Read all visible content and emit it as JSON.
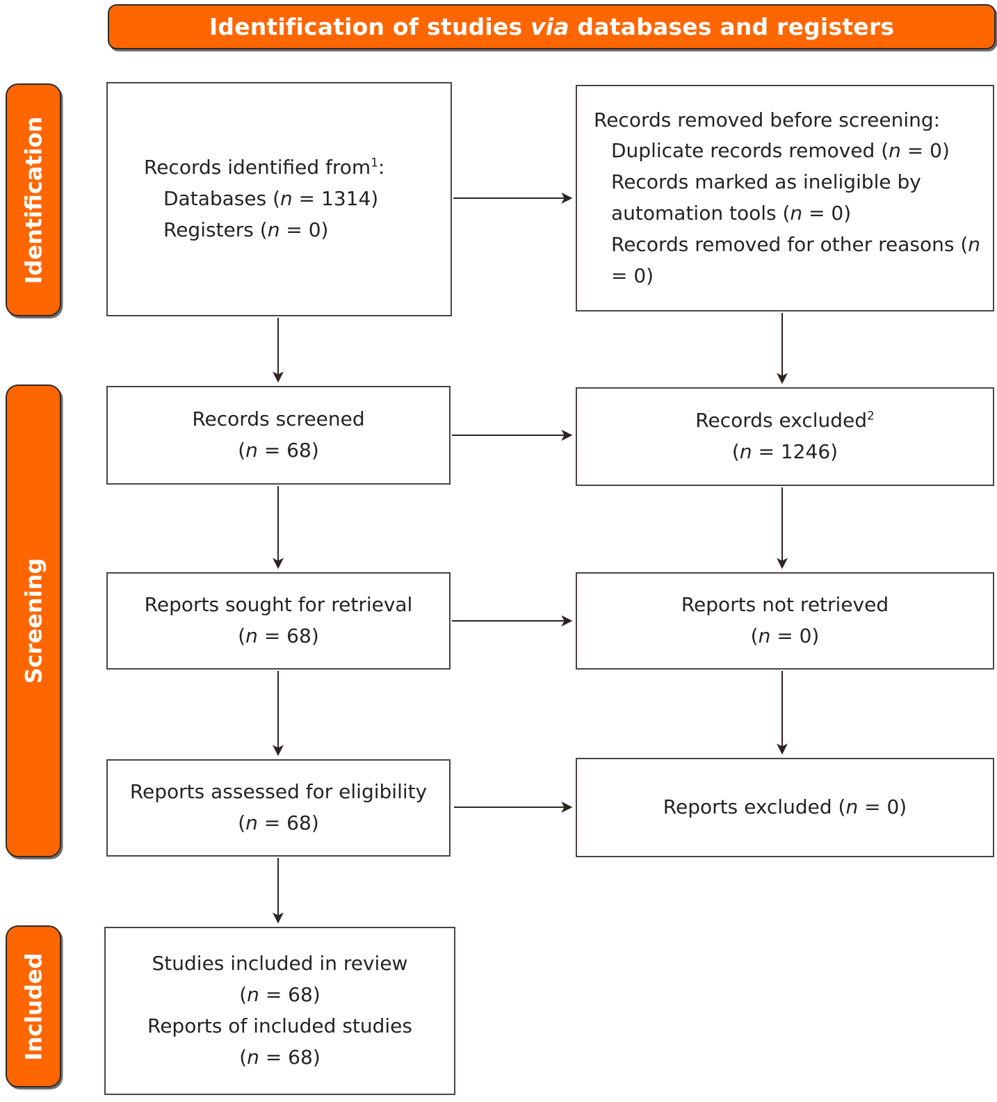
{
  "colors": {
    "accent_orange": "#FF6600",
    "line_color": "#2B2421",
    "box_border": "#4A4442",
    "text_color": "#262220",
    "label_text": "#FFFFFF"
  },
  "header": {
    "title": "Identification of studies *via* databases and registers"
  },
  "side_labels": {
    "identification": "Identification",
    "screening": "Screening",
    "included": "Included"
  },
  "boxes": {
    "records_identified": {
      "lines": [
        "Records identified from^1^:",
        "Databases (*n* = 1314)",
        "Registers (*n* = 0)"
      ]
    },
    "records_removed": {
      "lines": [
        "Records removed before screening:",
        "Duplicate records removed (*n* = 0)",
        "Records marked as ineligible by automation tools (*n* = 0)",
        "Records removed for other reasons (*n* = 0)"
      ]
    },
    "records_screened": {
      "lines": [
        "Records screened",
        "(*n* = 68)"
      ]
    },
    "records_excluded": {
      "lines": [
        "Records excluded^2^",
        "(*n* = 1246)"
      ]
    },
    "reports_sought": {
      "lines": [
        "Reports sought for retrieval",
        "(*n* = 68)"
      ]
    },
    "reports_not_retrieved": {
      "lines": [
        "Reports not retrieved",
        "(*n* = 0)"
      ]
    },
    "reports_assessed": {
      "lines": [
        "Reports assessed for eligibility",
        "(*n* = 68)"
      ]
    },
    "reports_excluded": {
      "lines": [
        "Reports excluded (*n* = 0)"
      ]
    },
    "studies_included": {
      "lines": [
        "Studies included in review",
        "(*n* = 68)",
        "Reports of included studies",
        "(*n* = 68)"
      ]
    }
  }
}
